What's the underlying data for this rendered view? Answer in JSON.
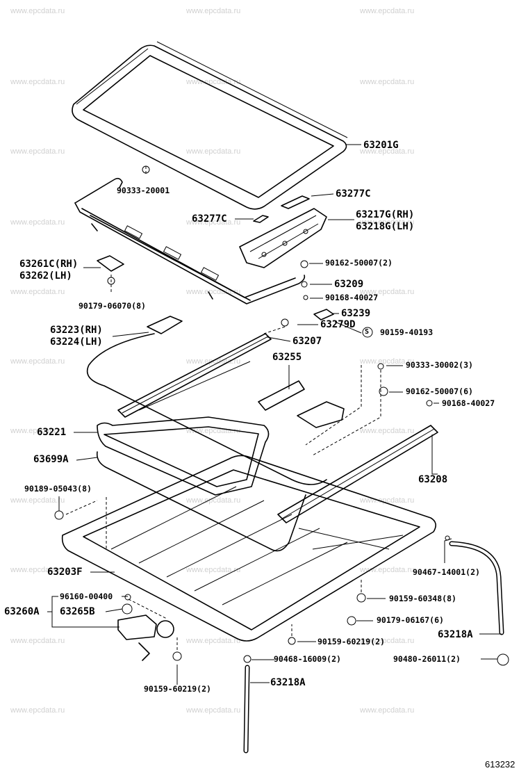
{
  "watermark": "www.epcdata.ru",
  "figure_ref": "613232",
  "parts": {
    "p63201G": "63201G",
    "p90333_20001": "90333-20001",
    "p63277C_a": "63277C",
    "p63277C_b": "63277C",
    "p63217G": "63217G(RH)",
    "p63218G": "63218G(LH)",
    "p63261C": "63261C(RH)",
    "p63262": "63262(LH)",
    "p90162_50007_2": "90162-50007(2)",
    "p63209": "63209",
    "p90179_06070": "90179-06070(8)",
    "p90168_40027_a": "90168-40027",
    "p63239": "63239",
    "p63279D": "63279D",
    "p90159_40193": "90159-40193",
    "p90159_40193_marker": "S",
    "p63223": "63223(RH)",
    "p63224": "63224(LH)",
    "p63207": "63207",
    "p63255": "63255",
    "p90333_30002": "90333-30002(3)",
    "p90162_50007_6": "90162-50007(6)",
    "p90168_40027_b": "90168-40027",
    "p63221": "63221",
    "p63699A": "63699A",
    "p63208": "63208",
    "p90189_05043": "90189-05043(8)",
    "p63203F": "63203F",
    "p90467_14001": "90467-14001(2)",
    "p96160_00400": "96160-00400",
    "p90159_60348": "90159-60348(8)",
    "p63260A": "63260A",
    "p63265B": "63265B",
    "p90179_06167": "90179-06167(6)",
    "p63218A_a": "63218A",
    "p90159_60219_a": "90159-60219(2)",
    "p90468_16009": "90468-16009(2)",
    "p90480_26011": "90480-26011(2)",
    "p90159_60219_b": "90159-60219(2)",
    "p63218A_b": "63218A"
  }
}
